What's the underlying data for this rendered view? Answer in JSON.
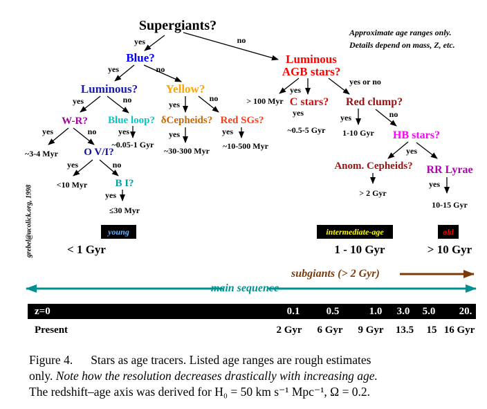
{
  "colors": {
    "blue": "#0000ff",
    "dark_blue": "#1a1ab0",
    "orange": "#ffa500",
    "purple": "#a000a0",
    "cyan": "#00c8c8",
    "brown_orange": "#cc6600",
    "red_orange": "#ff3a10",
    "navy": "#101090",
    "teal": "#00a0a0",
    "red": "#ff0000",
    "dark_red": "#b01010",
    "magenta": "#ff00ff",
    "violet": "#b000b0",
    "subgiant_arrow": "#7b3a0a",
    "main_sequence": "#009090"
  },
  "nodes": {
    "supergiants": "Supergiants?",
    "blue": "Blue?",
    "luminous": "Luminous?",
    "yellow": "Yellow?",
    "wr": "W-R?",
    "blue_loop": "Blue loop?",
    "cepheids": "δCepheids?",
    "red_sgs": "Red SGs?",
    "ovi": "O V/I?",
    "bi": "B I?",
    "agb_line1": "Luminous",
    "agb_line2": "AGB stars?",
    "c_stars": "C stars?",
    "red_clump": "Red clump?",
    "hb": "HB stars?",
    "anom": "Anom. Cepheids?",
    "rr": "RR Lyrae"
  },
  "edges": {
    "yes": "yes",
    "no": "no",
    "yes_or_no": "yes or no"
  },
  "ages": {
    "wr": "~3-4 Myr",
    "ovi": "<10 Myr",
    "bi": "≤30 Myr",
    "blue_loop": "~0.05-1 Gyr",
    "cepheids": "~30-300 Myr",
    "red_sgs": "~10-500 Myr",
    "agb": "> 100 Myr",
    "c_stars": "~0.5-5 Gyr",
    "red_clump": "1-10 Gyr",
    "anom": "> 2 Gyr",
    "rr": "10-15 Gyr"
  },
  "note": [
    "Approximate age ranges only.",
    "Details depend on mass, Z, etc."
  ],
  "credit": "grebel@ucolick.org, 1998",
  "populations": [
    {
      "label": "young",
      "range": "< 1 Gyr",
      "color": "#66b3ff"
    },
    {
      "label": "intermediate-age",
      "range": "1 - 10 Gyr",
      "color": "#ffff00"
    },
    {
      "label": "old",
      "range": "> 10 Gyr",
      "color": "#ff0000"
    }
  ],
  "subgiants": "subgiants (> 2 Gyr)",
  "main_sequence": "main sequence",
  "redshift_axis": {
    "z": [
      "z=0",
      "0.1",
      "0.5",
      "1.0",
      "3.0",
      "5.0",
      "20."
    ],
    "ages": [
      "Present",
      "2 Gyr",
      "6 Gyr",
      "9 Gyr",
      "13.5",
      "15",
      "16 Gyr"
    ]
  },
  "caption": {
    "label": "Figure 4.",
    "text1": "Stars as age tracers. Listed age ranges are rough estimates",
    "text2a": "only. ",
    "text2b": "Note how the resolution decreases drastically with increasing age.",
    "text3": "The redshift–age axis was derived for H₀ = 50 km s⁻¹ Mpc⁻¹, Ω = 0.2."
  }
}
